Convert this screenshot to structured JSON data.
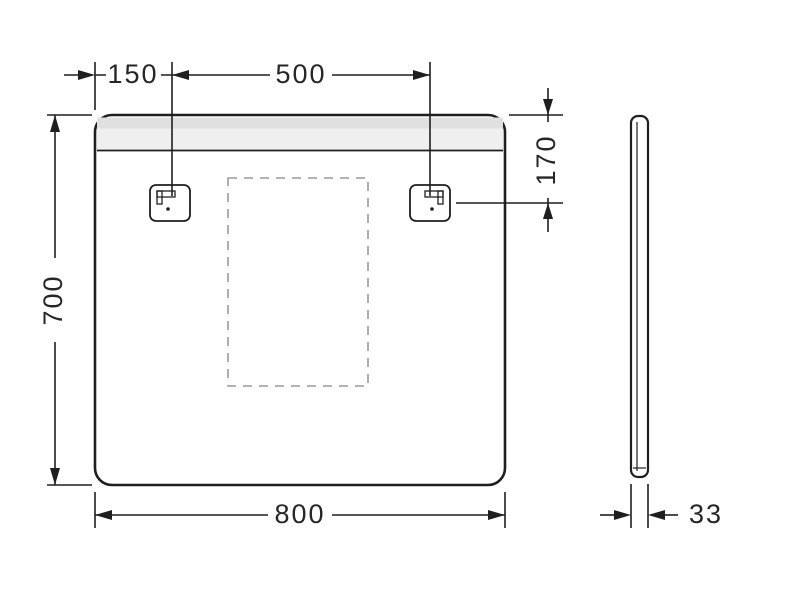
{
  "diagram": {
    "kind": "product-dimension-drawing",
    "views": {
      "front": "mirror-front-view",
      "side": "mirror-side-profile"
    },
    "dimensions": {
      "offset_left": "150",
      "bracket_spacing": "500",
      "height": "700",
      "bracket_top_offset": "170",
      "width": "800",
      "depth": "33"
    },
    "colors": {
      "line": "#1f1f1f",
      "dashed": "#9a9a9a",
      "band": "#e9e9e9",
      "band_dark": "#dcdcdc"
    }
  }
}
